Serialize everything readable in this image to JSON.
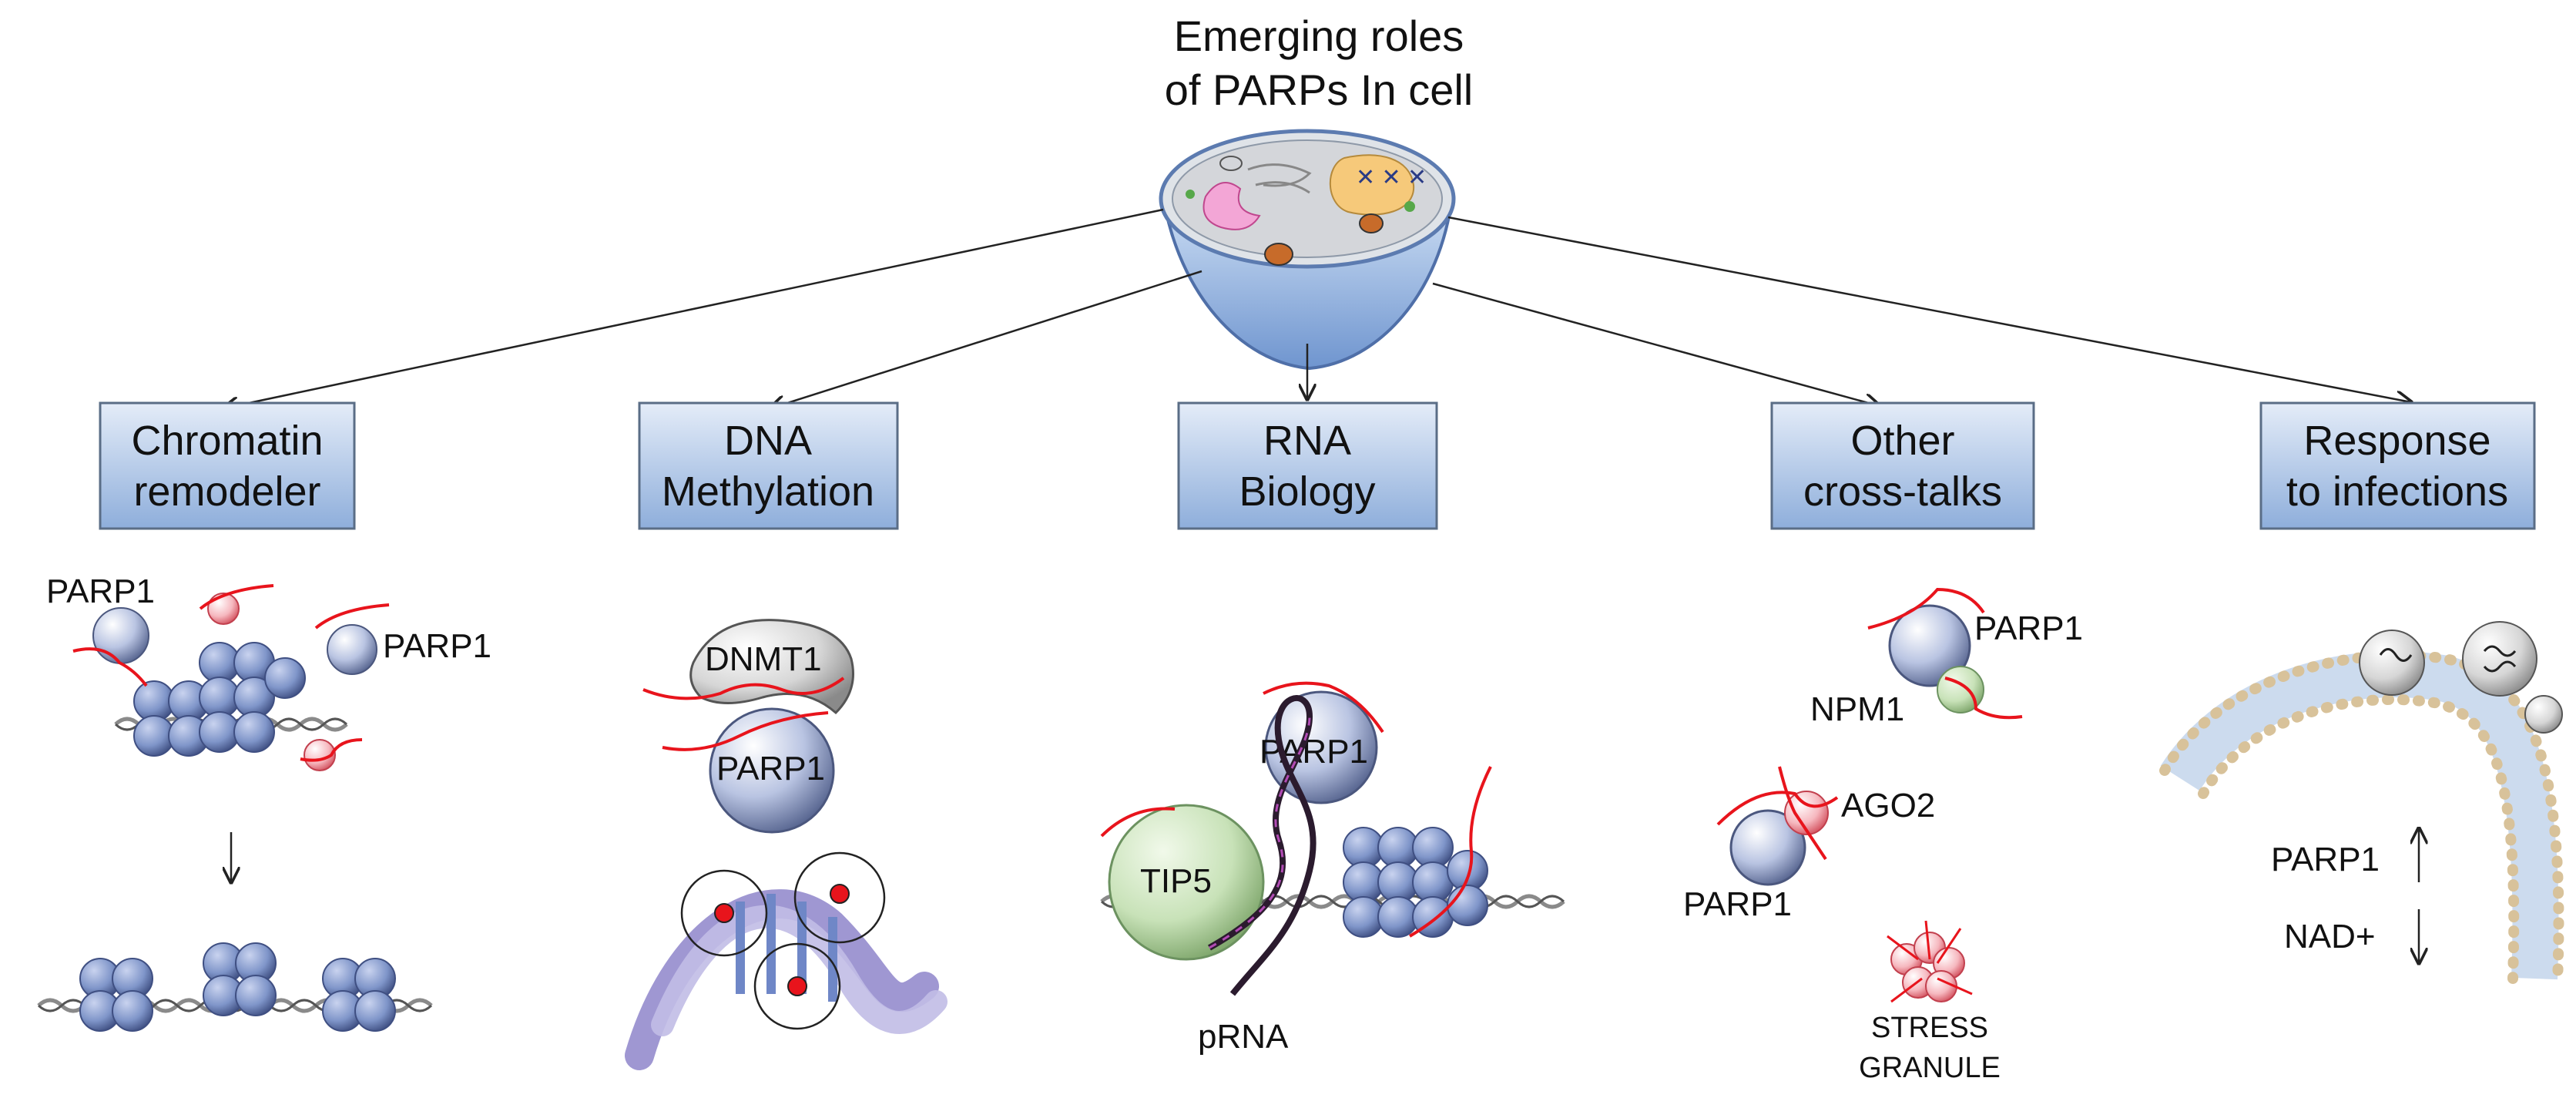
{
  "title": {
    "line1": "Emerging roles",
    "line2": "of PARPs In cell"
  },
  "categories": [
    {
      "line1": "Chromatin",
      "line2": "remodeler"
    },
    {
      "line1": "DNA",
      "line2": "Methylation"
    },
    {
      "line1": "RNA",
      "line2": "Biology"
    },
    {
      "line1": "Other",
      "line2": "cross-talks"
    },
    {
      "line1": "Response",
      "line2": "to infections"
    }
  ],
  "labels": {
    "chromatin_parp_left": "PARP1",
    "chromatin_parp_right": "PARP1",
    "dnmt1": "DNMT1",
    "methylation_parp": "PARP1",
    "rna_parp": "PARP1",
    "tip5": "TIP5",
    "prna": "pRNA",
    "cross_parp_top": "PARP1",
    "npm1": "NPM1",
    "ago2": "AGO2",
    "cross_parp_bottom": "PARP1",
    "stress_line1": "STRESS",
    "stress_line2": "GRANULE",
    "infection_parp": "PARP1",
    "infection_nad": "NAD+"
  },
  "colors": {
    "box_fill_top": "#dde8f6",
    "box_fill_bottom": "#8fb0da",
    "box_border": "#5a6d86",
    "nucleosome": "#7f95c9",
    "parp_sphere": "#b9c4e2",
    "red_strand": "#e8141c",
    "tip5": "#c8e2b8",
    "dna_helix": "#a9a3d6",
    "membrane": "#d8c29a"
  }
}
